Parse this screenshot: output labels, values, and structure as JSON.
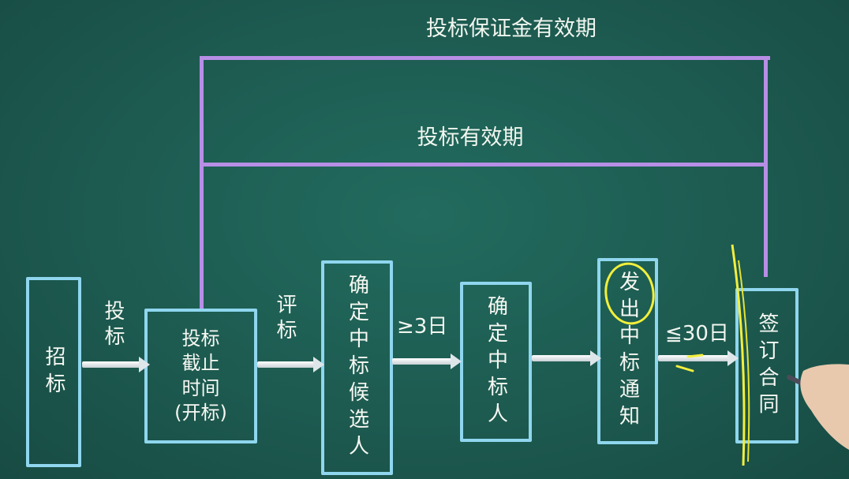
{
  "periods": {
    "bid_security_validity": "投标保证金有效期",
    "bid_validity": "投标有效期"
  },
  "steps": {
    "invite": "招标",
    "deadline": [
      "投标",
      "截止",
      "时间",
      "(开标)"
    ],
    "confirm_candidate": "确定中标候选人",
    "confirm_winner": "确定中标人",
    "issue_notice": "发出中标通知",
    "sign_contract": "签订合同"
  },
  "transitions": {
    "bid": "投标",
    "evaluate": "评标",
    "min_days": "≥3日",
    "max_days": "≦30日"
  },
  "colors": {
    "board": "#1d5a50",
    "box_border": "#8fd6ee",
    "period_bar": "#b78ee6",
    "highlight_ink": "#f2ef3c"
  }
}
